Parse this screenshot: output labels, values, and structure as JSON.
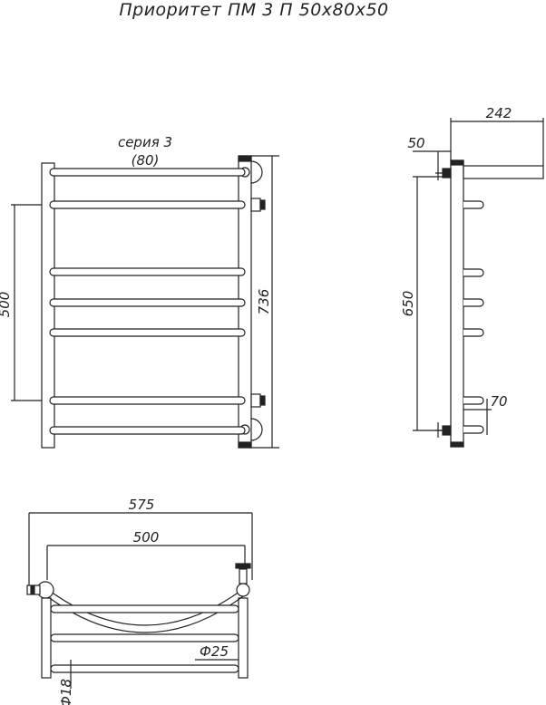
{
  "title": "Приоритет ПМ 3 П 50х80х50",
  "front_view": {
    "series_label": "серия 3",
    "series_sub": "(80)",
    "dim_height_inner": "500",
    "dim_height_total": "736"
  },
  "side_view": {
    "dim_depth_total": "242",
    "dim_offset": "50",
    "dim_pipe_height": "650",
    "dim_rung_depth": "70"
  },
  "top_view": {
    "dim_width_total": "575",
    "dim_width_inner": "500",
    "dim_pipe_dia": "Ф25",
    "dim_rung_dia": "Ф18"
  },
  "colors": {
    "line": "#222222",
    "fill": "#ffffff"
  }
}
